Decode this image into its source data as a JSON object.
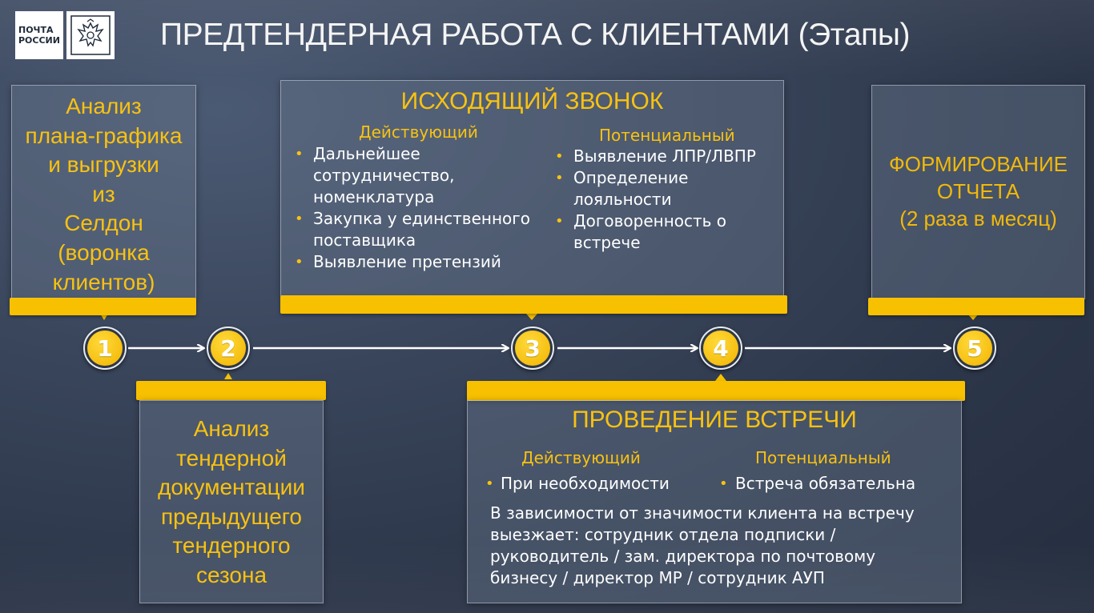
{
  "logo": {
    "line1": "ПОЧТА",
    "line2": "РОССИИ"
  },
  "title": "ПРЕДТЕНДЕРНАЯ РАБОТА С КЛИЕНТАМИ (Этапы)",
  "stage1": {
    "lines": [
      "Анализ",
      "плана-графика",
      "и выгрузки",
      "из",
      "Селдон",
      "(воронка",
      "клиентов)"
    ]
  },
  "stage2": {
    "lines": [
      "Анализ",
      "тендерной",
      "документации",
      "предыдущего",
      "тендерного",
      "сезона"
    ]
  },
  "stage3": {
    "title": "ИСХОДЯЩИЙ ЗВОНОК",
    "active_head": "Действующий",
    "potential_head": "Потенциальный",
    "active_items": [
      "Дальнейшее сотрудничество, номенклатура",
      "Закупка у единственного поставщика",
      "Выявление претензий"
    ],
    "active_lines": [
      [
        "Дальнейшее",
        "сотрудничество,",
        "номенклатура"
      ],
      [
        "Закупка у единственного",
        "поставщика"
      ],
      [
        "Выявление претензий"
      ]
    ],
    "potential_lines": [
      [
        "Выявление ЛПР/ЛВПР"
      ],
      [
        "Определение",
        "лояльности"
      ],
      [
        "Договоренность о",
        "встрече"
      ]
    ]
  },
  "stage4": {
    "title": "ПРОВЕДЕНИЕ ВСТРЕЧИ",
    "active_head": "Действующий",
    "potential_head": "Потенциальный",
    "active_item": "При необходимости",
    "potential_item": "Встреча обязательна",
    "note_lines": [
      "В зависимости от значимости клиента на встречу",
      "выезжает: сотрудник отдела подписки /",
      "руководитель / зам. директора по почтовому",
      "бизнесу / директор МР / сотрудник АУП"
    ]
  },
  "stage5": {
    "lines": [
      "ФОРМИРОВАНИЕ",
      "ОТЧЕТА",
      "(2 раза  в месяц)"
    ]
  },
  "steps": [
    "1",
    "2",
    "3",
    "4",
    "5"
  ],
  "colors": {
    "accent": "#f8c211",
    "bar": "#f7c000"
  }
}
